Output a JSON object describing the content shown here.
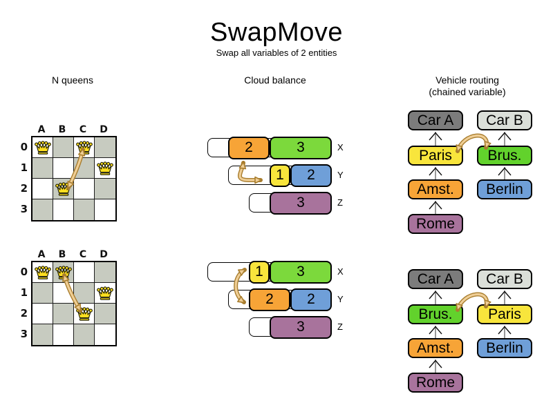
{
  "title": "SwapMove",
  "subtitle": "Swap all variables of 2 entities",
  "panels": {
    "nqueens": {
      "header": "N queens"
    },
    "cloud": {
      "header": "Cloud balance"
    },
    "vehicle": {
      "header_line1": "Vehicle routing",
      "header_line2": "(chained variable)"
    }
  },
  "colors": {
    "orange": "#F7A437",
    "green": "#7CD93C",
    "route_green": "#62D22C",
    "yellow": "#F8E53C",
    "blue": "#6F9FD8",
    "purple": "#A8739C",
    "car_a_gray": "#7C7C7C",
    "car_b_gray": "#DBDFD9",
    "board_gray": "#C7CBC0",
    "arrow_fill": "#EFCE96",
    "arrow_outline": "#A87D2E",
    "queen_gold": "#FFDF20"
  },
  "nqueens": {
    "column_labels": [
      "A",
      "B",
      "C",
      "D"
    ],
    "row_labels": [
      "0",
      "1",
      "2",
      "3"
    ],
    "boards": [
      {
        "name": "before",
        "queens": [
          {
            "col": "A",
            "row": "0"
          },
          {
            "col": "C",
            "row": "0"
          },
          {
            "col": "D",
            "row": "1"
          },
          {
            "col": "B",
            "row": "2"
          }
        ],
        "swap": {
          "from": "C0",
          "to": "B2"
        }
      },
      {
        "name": "after",
        "queens": [
          {
            "col": "A",
            "row": "0"
          },
          {
            "col": "B",
            "row": "0"
          },
          {
            "col": "D",
            "row": "1"
          },
          {
            "col": "C",
            "row": "2"
          }
        ],
        "swap": {
          "from": "B0",
          "to": "C2"
        }
      }
    ]
  },
  "cloud": {
    "states": [
      {
        "name": "before",
        "machines": [
          {
            "label": "X",
            "capacity": 6,
            "processes": [
              {
                "value": "2",
                "color": "orange",
                "size": 2
              },
              {
                "value": "3",
                "color": "green",
                "size": 3
              }
            ]
          },
          {
            "label": "Y",
            "capacity": 5,
            "processes": [
              {
                "value": "1",
                "color": "yellow",
                "size": 1
              },
              {
                "value": "2",
                "color": "blue",
                "size": 2
              }
            ]
          },
          {
            "label": "Z",
            "capacity": 4,
            "processes": [
              {
                "value": "3",
                "color": "purple",
                "size": 3
              }
            ]
          }
        ]
      },
      {
        "name": "after",
        "machines": [
          {
            "label": "X",
            "capacity": 6,
            "processes": [
              {
                "value": "1",
                "color": "yellow",
                "size": 1
              },
              {
                "value": "3",
                "color": "green",
                "size": 3
              }
            ]
          },
          {
            "label": "Y",
            "capacity": 5,
            "processes": [
              {
                "value": "2",
                "color": "orange",
                "size": 2
              },
              {
                "value": "2",
                "color": "blue",
                "size": 2
              }
            ]
          },
          {
            "label": "Z",
            "capacity": 4,
            "processes": [
              {
                "value": "3",
                "color": "purple",
                "size": 3
              }
            ]
          }
        ]
      }
    ]
  },
  "vehicle": {
    "states": [
      {
        "name": "before",
        "chains": [
          {
            "car": {
              "label": "Car A",
              "color": "car_a_gray"
            },
            "stops": [
              {
                "label": "Paris",
                "color": "yellow"
              },
              {
                "label": "Amst.",
                "color": "orange"
              },
              {
                "label": "Rome",
                "color": "purple"
              }
            ]
          },
          {
            "car": {
              "label": "Car B",
              "color": "car_b_gray"
            },
            "stops": [
              {
                "label": "Brus.",
                "color": "route_green"
              },
              {
                "label": "Berlin",
                "color": "blue"
              }
            ]
          }
        ]
      },
      {
        "name": "after",
        "chains": [
          {
            "car": {
              "label": "Car A",
              "color": "car_a_gray"
            },
            "stops": [
              {
                "label": "Brus.",
                "color": "route_green"
              },
              {
                "label": "Amst.",
                "color": "orange"
              },
              {
                "label": "Rome",
                "color": "purple"
              }
            ]
          },
          {
            "car": {
              "label": "Car B",
              "color": "car_b_gray"
            },
            "stops": [
              {
                "label": "Paris",
                "color": "yellow"
              },
              {
                "label": "Berlin",
                "color": "blue"
              }
            ]
          }
        ]
      }
    ]
  }
}
